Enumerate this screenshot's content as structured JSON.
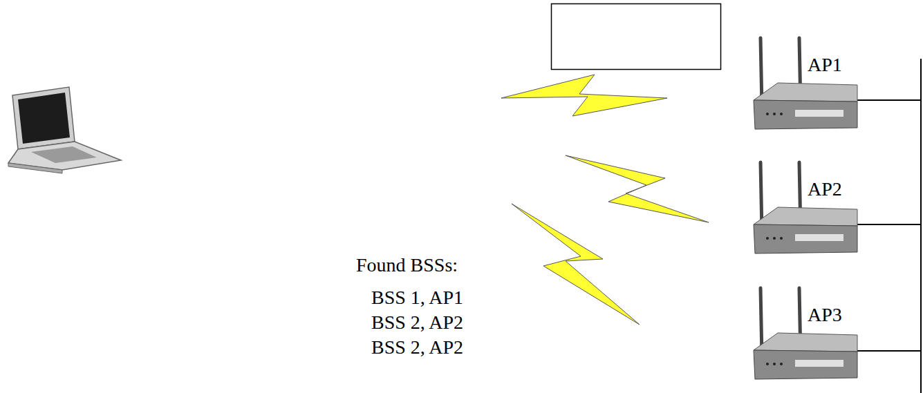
{
  "diagram": {
    "labels": [
      "AP1",
      "AP2",
      "AP3",
      "Found BSSs:",
      "BSS 1, AP1",
      "BSS 2, AP2",
      "BSS 2, AP2"
    ]
  }
}
